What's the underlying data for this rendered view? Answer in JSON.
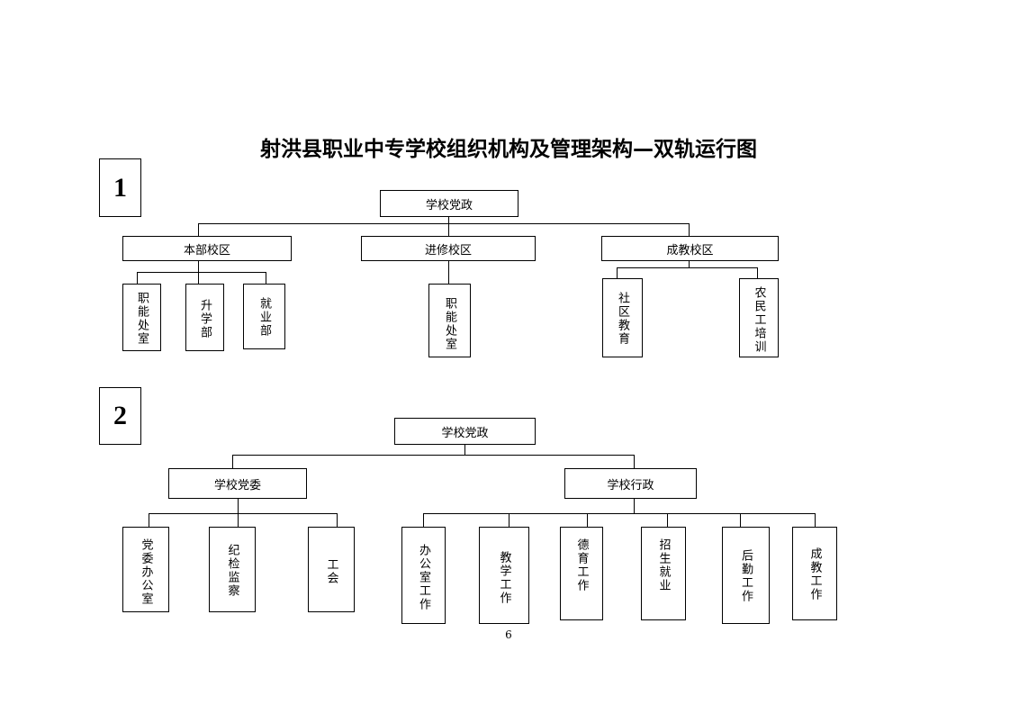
{
  "title": "射洪县职业中专学校组织机构及管理架构—双轨运行图",
  "page_number": "6",
  "diagram1": {
    "label": "1",
    "root": "学校党政",
    "campuses": [
      {
        "name": "本部校区",
        "children": [
          "职能处室",
          "升学部",
          "就业部"
        ]
      },
      {
        "name": "进修校区",
        "children": [
          "职能处室"
        ]
      },
      {
        "name": "成教校区",
        "children": [
          "社区教育",
          "农民工培训"
        ]
      }
    ]
  },
  "diagram2": {
    "label": "2",
    "root": "学校党政",
    "branches": [
      {
        "name": "学校党委",
        "children": [
          "党委办公室",
          "纪检监察",
          "工会"
        ]
      },
      {
        "name": "学校行政",
        "children": [
          "办公室工作",
          "教学工作",
          "德育工作",
          "招生就业",
          "后勤工作",
          "成教工作"
        ]
      }
    ]
  }
}
